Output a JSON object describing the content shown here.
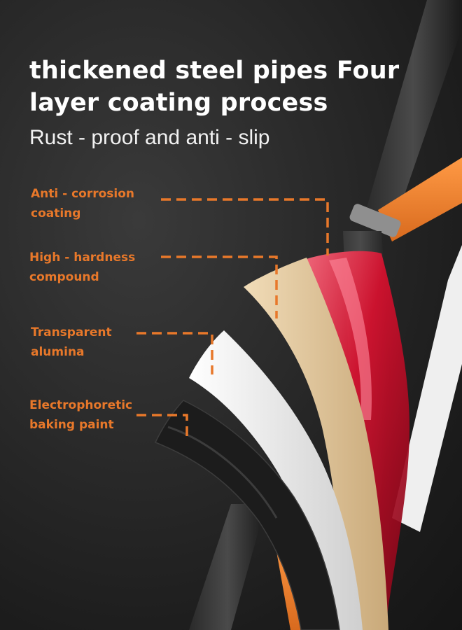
{
  "headline": "thickened steel pipes Four layer coating process",
  "subtitle": "Rust - proof and anti - slip",
  "layers": [
    {
      "label": "Anti - corrosion coating",
      "color": "#d8102e"
    },
    {
      "label": "High - hardness compound",
      "color": "#e8cda3"
    },
    {
      "label": "Transparent alumina",
      "color": "#f2f2f2"
    },
    {
      "label": "Electrophoretic baking paint",
      "color": "#1e1e1e"
    }
  ],
  "accent_color": "#e8782a"
}
